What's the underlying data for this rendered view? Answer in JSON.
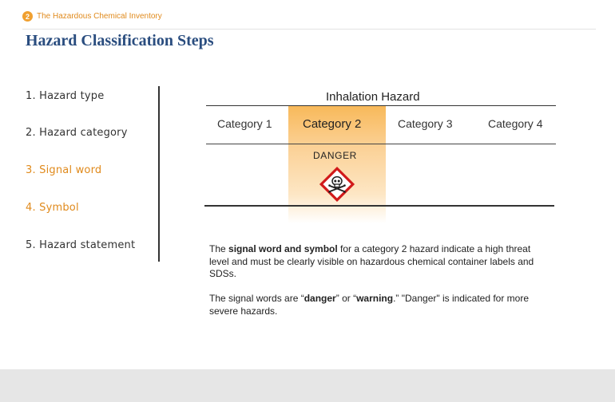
{
  "header": {
    "module_number": "2",
    "module_title": "The Hazardous Chemical Inventory"
  },
  "page_title": "Hazard Classification Steps",
  "steps": [
    {
      "label": "1. Hazard type",
      "active": false
    },
    {
      "label": "2. Hazard category",
      "active": false
    },
    {
      "label": "3. Signal word",
      "active": true
    },
    {
      "label": "4. Symbol",
      "active": true
    },
    {
      "label": "5. Hazard statement",
      "active": false
    }
  ],
  "table": {
    "title": "Inhalation Hazard",
    "categories": [
      "Category 1",
      "Category 2",
      "Category 3",
      "Category 4"
    ],
    "selected_category": "Category 2",
    "signal_word": "DANGER",
    "symbol_icon": "ghs-skull-and-crossbones-icon"
  },
  "description": {
    "p1_prefix": "The ",
    "p1_bold": "signal word and symbol",
    "p1_suffix": " for a category 2 hazard indicate a high threat level and must be clearly visible on hazardous chemical container labels and SDSs.",
    "p2_prefix": "The signal words are “",
    "p2_bold1": "danger",
    "p2_mid": "” or “",
    "p2_bold2": "warning",
    "p2_suffix": ".” \"Danger\" is indicated for more severe hazards."
  },
  "colors": {
    "accent": "#e08a1c",
    "title": "#2a4d7f",
    "highlight": "#f8b95a",
    "pictogram_border": "#d11a1a"
  }
}
